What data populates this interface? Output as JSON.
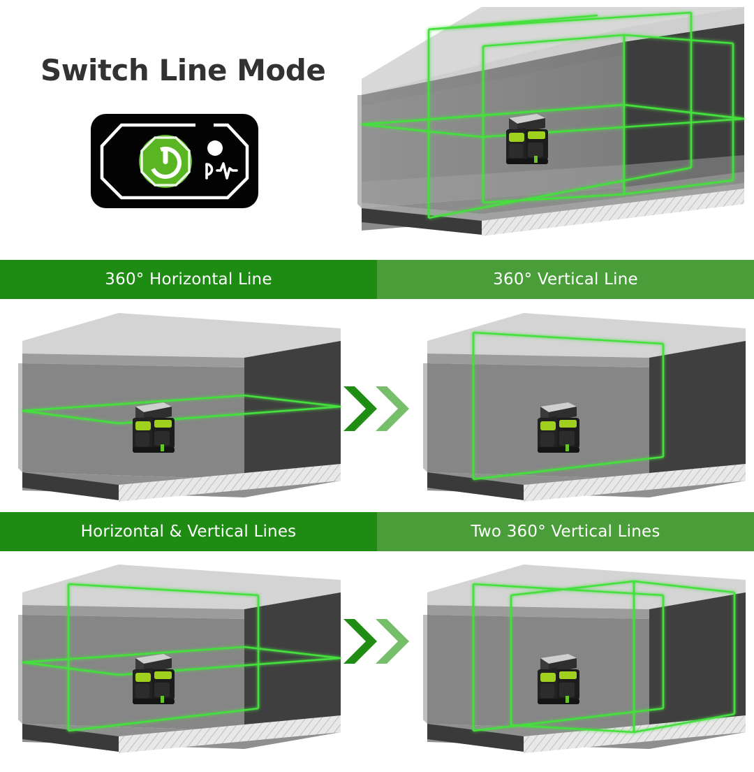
{
  "header": {
    "title": "Switch Line Mode",
    "keypad": {
      "power_icon": "power-button-icon",
      "indicator_icon": "led-indicator-dot",
      "pulse_icon": "pulse-wave-icon",
      "body_color": "#030303",
      "button_color": "#5ab523",
      "outline_color": "#ffffff"
    }
  },
  "colors": {
    "bar_dark_green": "#1e8b13",
    "bar_light_green": "#4a9e3a",
    "laser_green": "#44e03c",
    "chevron_dark": "#1f8c14",
    "chevron_light": "#76be6a",
    "title_text": "#323232",
    "bar_text": "#ffffff",
    "background": "#ffffff"
  },
  "modes": [
    {
      "id": "mode-360-horizontal",
      "label": "360° Horizontal Line",
      "bar_color": "#1e8b13",
      "position": "row1-left",
      "lines": {
        "horizontal": true,
        "vertical_front_back": false,
        "vertical_left_right": false
      }
    },
    {
      "id": "mode-360-vertical",
      "label": "360° Vertical Line",
      "bar_color": "#4a9e3a",
      "position": "row1-right",
      "lines": {
        "horizontal": false,
        "vertical_front_back": true,
        "vertical_left_right": false
      }
    },
    {
      "id": "mode-horizontal-and-vertical",
      "label": "Horizontal & Vertical Lines",
      "bar_color": "#1e8b13",
      "position": "row2-left",
      "lines": {
        "horizontal": true,
        "vertical_front_back": true,
        "vertical_left_right": false
      }
    },
    {
      "id": "mode-two-360-vertical",
      "label": "Two 360° Vertical Lines",
      "bar_color": "#4a9e3a",
      "position": "row2-right",
      "lines": {
        "horizontal": false,
        "vertical_front_back": true,
        "vertical_left_right": true
      }
    }
  ],
  "hero": {
    "caption": "",
    "description_icon": "room-with-all-laser-lines",
    "lines": {
      "horizontal": true,
      "vertical_front_back": true,
      "vertical_left_right": true
    }
  },
  "arrows": {
    "icon": "double-chevron-right-icon",
    "count": 2
  },
  "device": {
    "name": "cross-line-laser-level",
    "body_color": "#1c1c1c",
    "panel_color": "#9fd11e"
  }
}
